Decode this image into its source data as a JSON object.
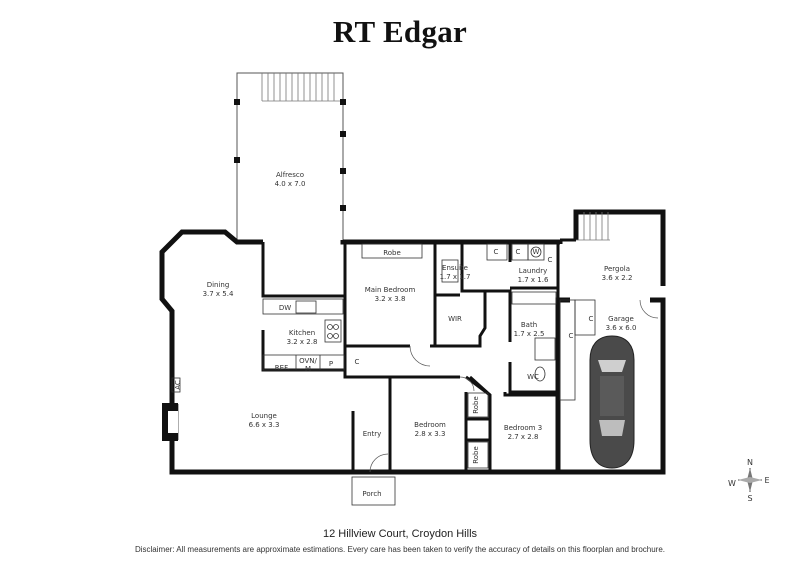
{
  "brand": {
    "name": "RT Edgar"
  },
  "address": "12 Hillview Court, Croydon Hills",
  "disclaimer": "Disclaimer: All measurements are approximate estimations. Every care has been taken to verify the accuracy of details on this floorplan and brochure.",
  "compass": {
    "n": "N",
    "s": "S",
    "e": "E",
    "w": "W"
  },
  "rooms": {
    "alfresco": {
      "name": "Alfresco",
      "size": "4.0 x 7.0"
    },
    "dining": {
      "name": "Dining",
      "size": "3.7 x 5.4"
    },
    "kitchen": {
      "name": "Kitchen",
      "size": "3.2 x 2.8"
    },
    "lounge": {
      "name": "Lounge",
      "size": "6.6 x 3.3"
    },
    "main_bedroom": {
      "name": "Main Bedroom",
      "size": "3.2 x 3.8"
    },
    "ensuite": {
      "name": "Ensuite",
      "size": "1.7 x 1.7"
    },
    "laundry": {
      "name": "Laundry",
      "size": "1.7 x 1.6"
    },
    "bath": {
      "name": "Bath",
      "size": "1.7 x 2.5"
    },
    "pergola": {
      "name": "Pergola",
      "size": "3.6 x 2.2"
    },
    "garage": {
      "name": "Garage",
      "size": "3.6 x 6.0"
    },
    "bedroom": {
      "name": "Bedroom",
      "size": "2.8 x 3.3"
    },
    "bedroom3": {
      "name": "Bedroom 3",
      "size": "2.7 x 2.8"
    }
  },
  "labels": {
    "entry": "Entry",
    "porch": "Porch",
    "wir": "WIR",
    "wc": "WC",
    "robe_main": "Robe",
    "robe_1": "Robe",
    "robe_2": "Robe",
    "dw": "DW",
    "ref": "REF.",
    "ovn": "OVN/",
    "m": "M",
    "p": "P",
    "ac": "AC",
    "c_hall": "C",
    "c_ensuite": "C",
    "c_laundry": "C",
    "c_bath": "C",
    "c_garage1": "C",
    "c_garage2": "C",
    "w": "W"
  }
}
